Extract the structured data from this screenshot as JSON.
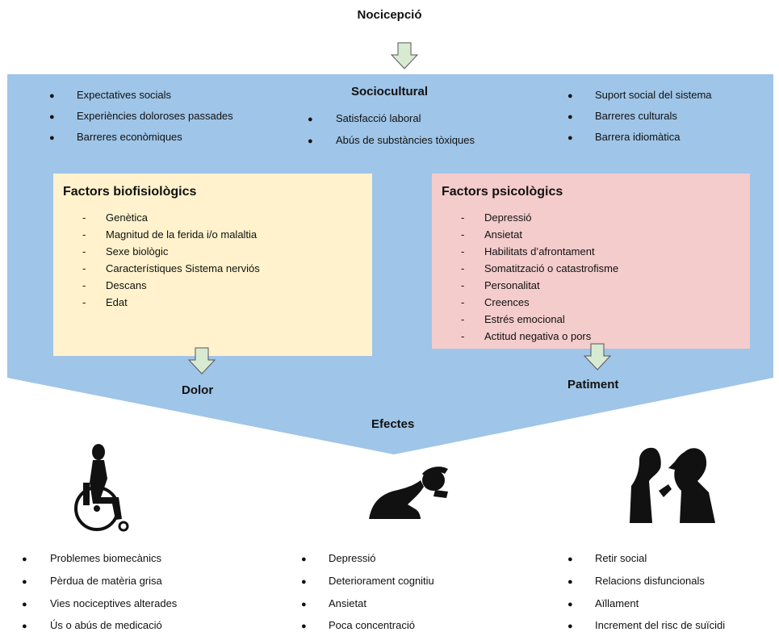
{
  "header": {
    "title": "Nocicepció"
  },
  "sociocultural": {
    "title": "Sociocultural",
    "left_items": [
      "Expectatives socials",
      "Experiències doloroses passades",
      "Barreres econòmiques"
    ],
    "center_items": [
      "Satisfacció laboral",
      "Abús de substàncies tòxiques"
    ],
    "right_items": [
      "Suport social del sistema",
      "Barreres culturals",
      "Barrera idiomàtica"
    ]
  },
  "biophysiological": {
    "title": "Factors biofisiològics",
    "items": [
      "Genètica",
      "Magnitud de la ferida i/o malaltia",
      "Sexe biològic",
      "Característiques Sistema nerviós",
      "Descans",
      "Edat"
    ]
  },
  "psychological": {
    "title": "Factors psicològics",
    "items": [
      "Depressió",
      "Ansietat",
      "Habilitats d’afrontament",
      "Somatització o catastrofisme",
      "Personalitat",
      "Creences",
      "Estrés emocional",
      "Actitud negativa o pors"
    ]
  },
  "outcomes": {
    "pain": "Dolor",
    "suffering": "Patiment",
    "effects": "Efectes"
  },
  "effects": {
    "left": [
      "Problemes biomecànics",
      "Pèrdua de matèria grisa",
      "Vies nociceptives alterades",
      "Ús o abús de medicació"
    ],
    "center": [
      "Depressió",
      "Deteriorament cognitiu",
      "Ansietat",
      "Poca concentració"
    ],
    "right": [
      "Retir social",
      "Relacions disfuncionals",
      "Aïllament",
      "Increment del risc de suïcidi"
    ]
  },
  "colors": {
    "funnel": "#9fc5e8",
    "bio_panel": "#fff2cc",
    "psy_panel": "#f4cccc",
    "arrow_fill": "#d9ead3",
    "silhouette": "#111111"
  }
}
